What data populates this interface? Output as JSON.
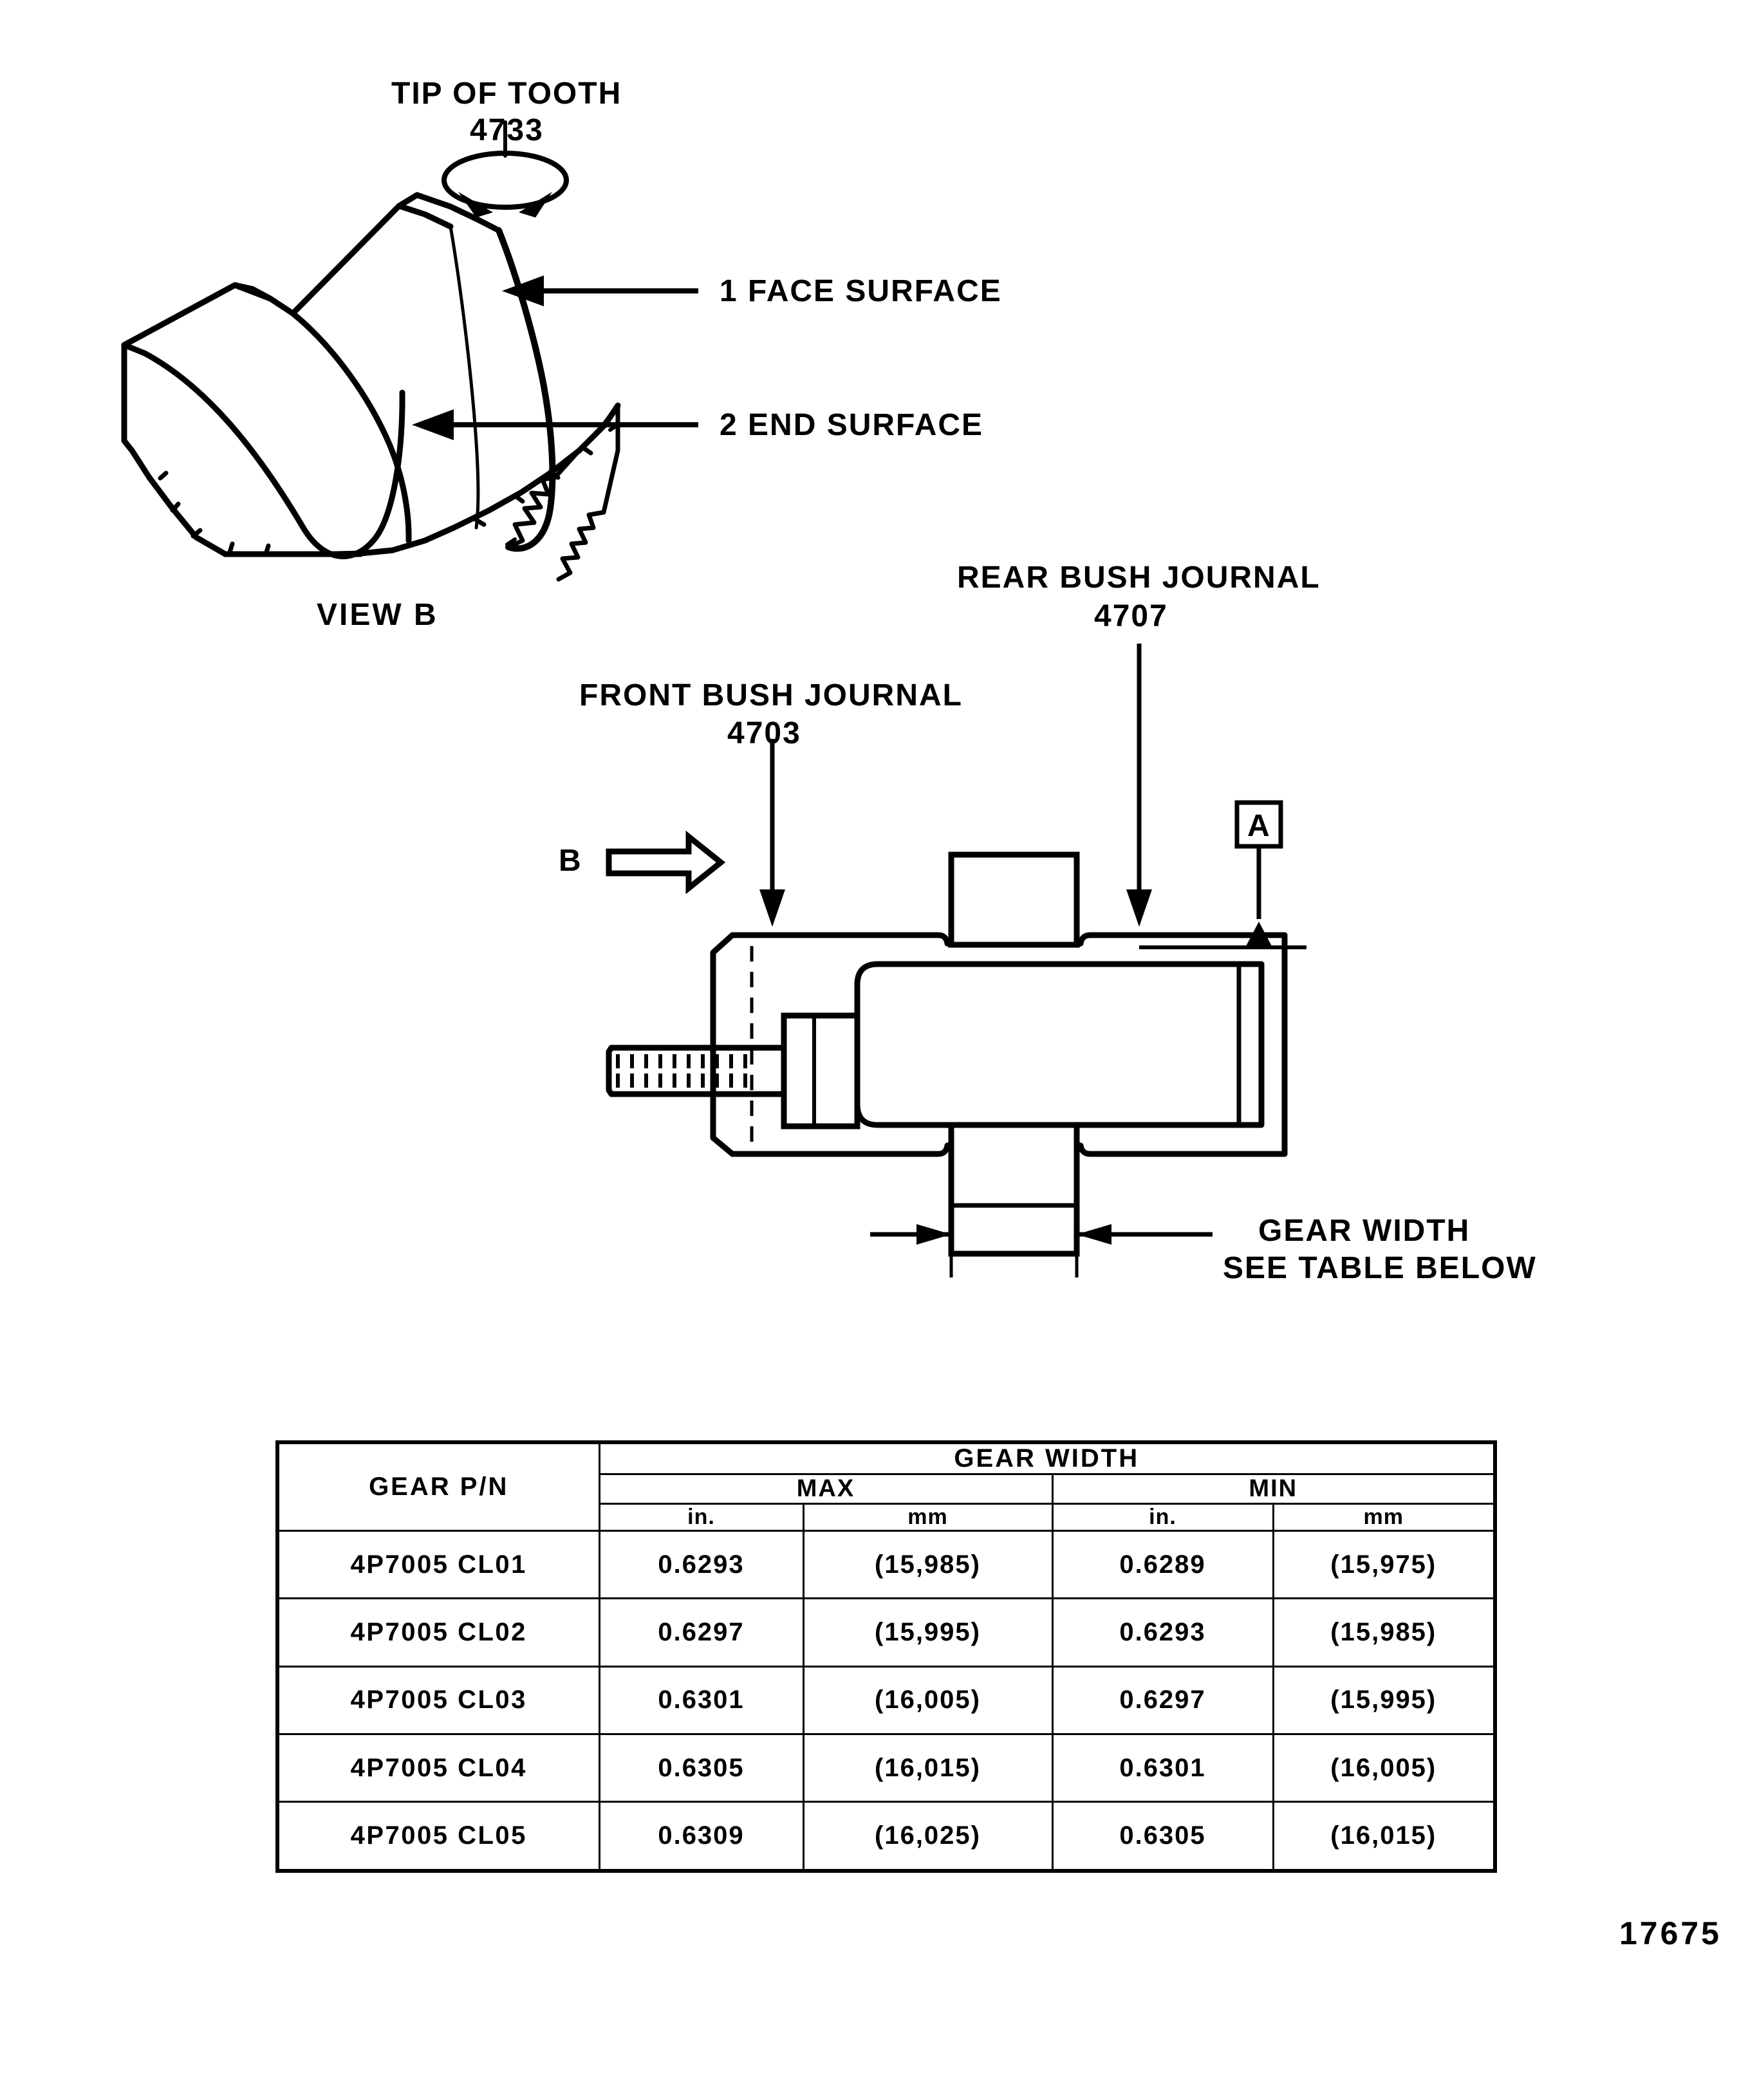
{
  "figure": {
    "number": "17675"
  },
  "view_b": {
    "caption": "VIEW B",
    "callouts": {
      "tip_of_tooth": {
        "label": "TIP OF TOOTH",
        "number": "4733"
      },
      "face_surface": {
        "label": "1 FACE SURFACE"
      },
      "end_surface": {
        "label": "2 END SURFACE"
      }
    }
  },
  "section_view": {
    "view_direction_label": "B",
    "datum_label": "A",
    "callouts": {
      "front_bush_journal": {
        "label": "FRONT BUSH JOURNAL",
        "number": "4703"
      },
      "rear_bush_journal": {
        "label": "REAR BUSH JOURNAL",
        "number": "4707"
      }
    },
    "dimension": {
      "line1": "GEAR WIDTH",
      "line2": "SEE TABLE BELOW"
    }
  },
  "table": {
    "header": {
      "col_pn": "GEAR  P/N",
      "group_gear_width": "GEAR  WIDTH",
      "sub_max": "MAX",
      "sub_min": "MIN",
      "unit_in_max": "in.",
      "unit_mm_max": "mm",
      "unit_in_min": "in.",
      "unit_mm_min": "mm"
    },
    "rows": [
      {
        "pn": "4P7005  CL01",
        "max_in": "0.6293",
        "max_mm": "(15,985)",
        "min_in": "0.6289",
        "min_mm": "(15,975)"
      },
      {
        "pn": "4P7005  CL02",
        "max_in": "0.6297",
        "max_mm": "(15,995)",
        "min_in": "0.6293",
        "min_mm": "(15,985)"
      },
      {
        "pn": "4P7005  CL03",
        "max_in": "0.6301",
        "max_mm": "(16,005)",
        "min_in": "0.6297",
        "min_mm": "(15,995)"
      },
      {
        "pn": "4P7005  CL04",
        "max_in": "0.6305",
        "max_mm": "(16,015)",
        "min_in": "0.6301",
        "min_mm": "(16,005)"
      },
      {
        "pn": "4P7005  CL05",
        "max_in": "0.6309",
        "max_mm": "(16,025)",
        "min_in": "0.6305",
        "min_mm": "(16,015)"
      }
    ]
  },
  "colors": {
    "ink": "#000000",
    "paper": "#ffffff"
  }
}
